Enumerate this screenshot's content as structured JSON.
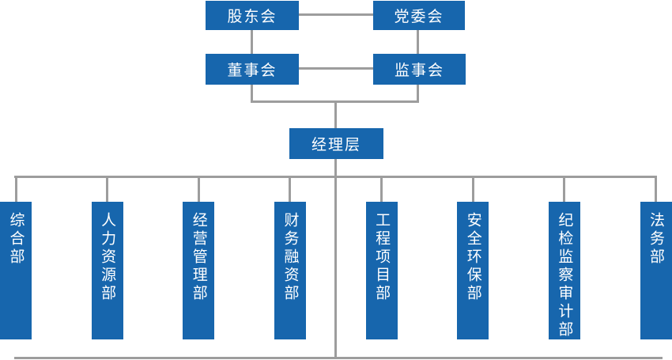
{
  "colors": {
    "node_blue": "#1766AD",
    "connector_gray": "#9D9D9D",
    "node_text": "#FFFFFF",
    "background": "#FFFFFF"
  },
  "org_chart": {
    "top_row": [
      {
        "id": "shareholders-meeting",
        "label": "股东会"
      },
      {
        "id": "party-committee",
        "label": "党委会"
      }
    ],
    "second_row": [
      {
        "id": "board-of-directors",
        "label": "董事会"
      },
      {
        "id": "supervisory-board",
        "label": "监事会"
      }
    ],
    "management": {
      "id": "management-level",
      "label": "经理层"
    },
    "departments": [
      {
        "id": "general-dept",
        "label": "综合部"
      },
      {
        "id": "human-resources-dept",
        "label": "人力资源部"
      },
      {
        "id": "business-management-dept",
        "label": "经营管理部"
      },
      {
        "id": "finance-financing-dept",
        "label": "财务融资部"
      },
      {
        "id": "engineering-project-dept",
        "label": "工程项目部"
      },
      {
        "id": "safety-environment-dept",
        "label": "安全环保部"
      },
      {
        "id": "discipline-inspection-audit-dept",
        "label": "纪检监察审计部"
      },
      {
        "id": "legal-affairs-dept",
        "label": "法务部"
      }
    ]
  }
}
